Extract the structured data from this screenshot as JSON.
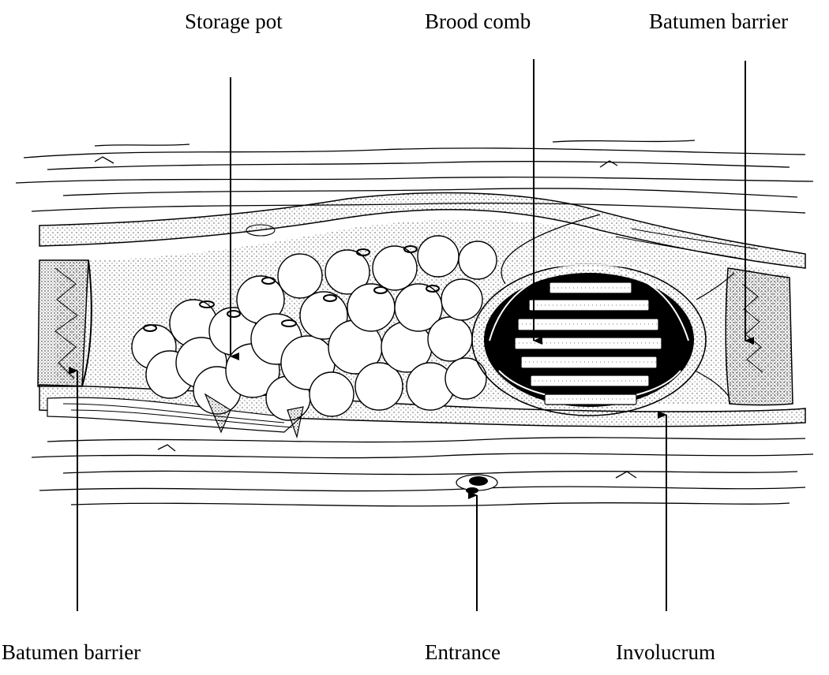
{
  "labels": {
    "storage_pot": "Storage pot",
    "brood_comb": "Brood comb",
    "batumen_barrier_top": "Batumen barrier",
    "batumen_barrier_bottom": "Batumen barrier",
    "entrance": "Entrance",
    "involucrum": "Involucrum"
  }
}
